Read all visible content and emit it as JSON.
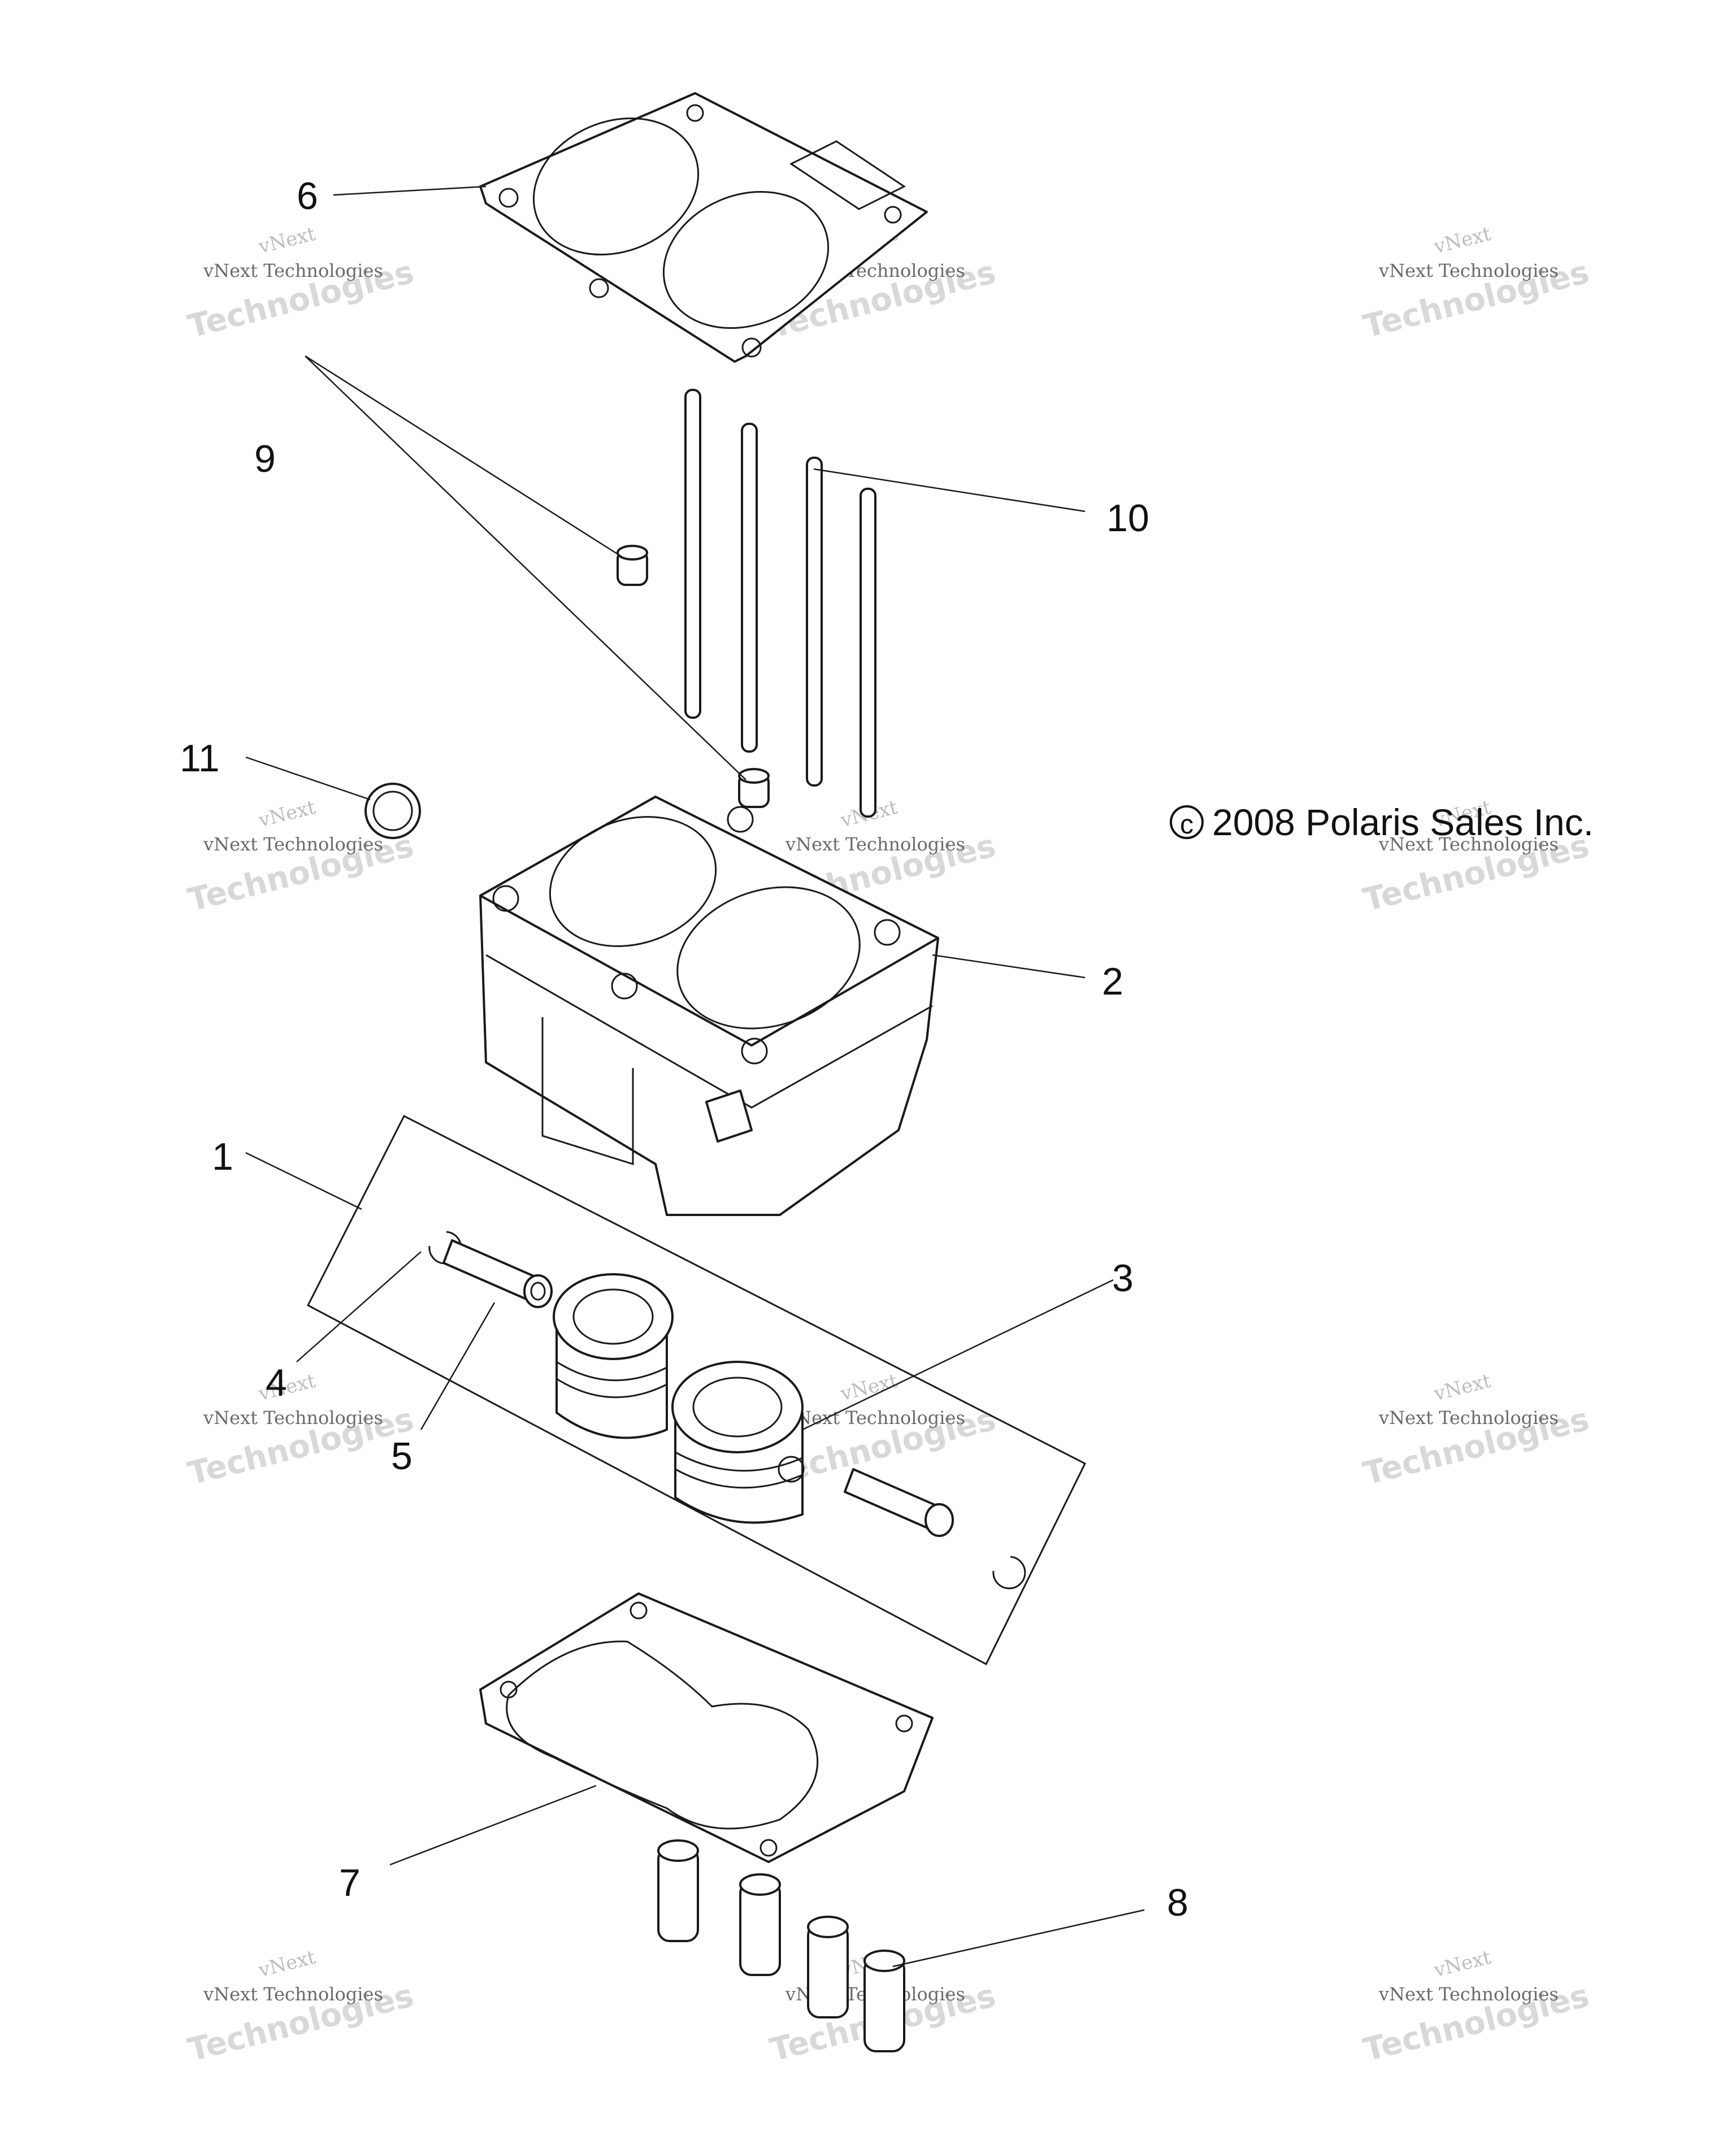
{
  "copyright": "c 2008 Polaris Sales Inc.",
  "callouts": [
    "1",
    "2",
    "3",
    "4",
    "5",
    "6",
    "7",
    "8",
    "9",
    "10",
    "11"
  ],
  "watermark": {
    "line1": "vNext",
    "line2": "vNext Technologies",
    "line3": "Technologies"
  }
}
